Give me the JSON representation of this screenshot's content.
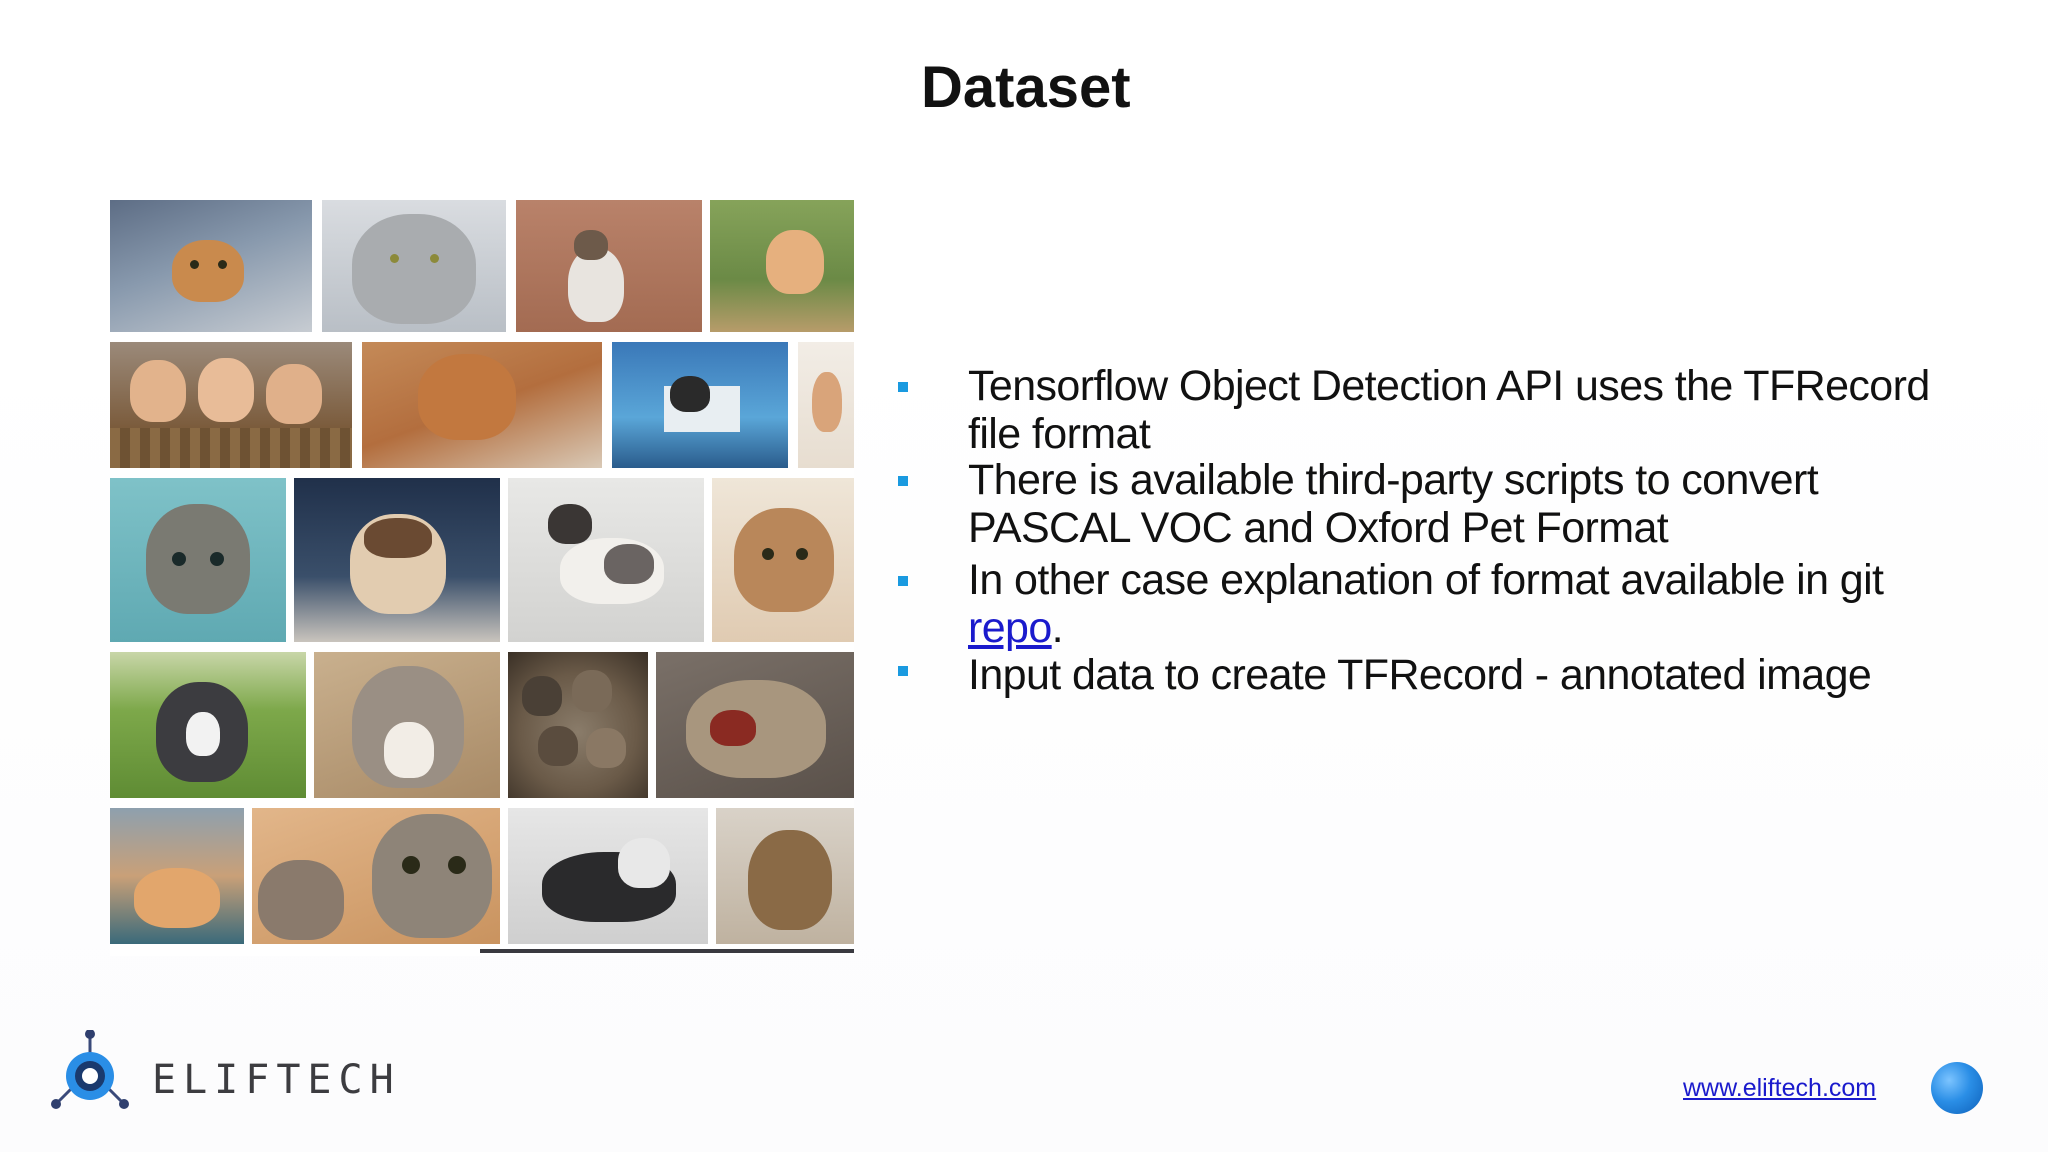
{
  "slide": {
    "title": "Dataset",
    "image_alt": "Collage of cat photos",
    "bullets": [
      {
        "text": "Tensorflow Object Detection API uses the TFRecord file format"
      },
      {
        "text": "There is available third-party scripts to convert PASCAL VOC and Oxford Pet Format"
      },
      {
        "text_before_link": "In other case explanation of format available  in git ",
        "link_text": "repo",
        "text_after_link": "."
      },
      {
        "text": "Input data to create TFRecord - annotated image"
      }
    ]
  },
  "footer": {
    "logo_text": "ELIFTECH",
    "url": "www.eliftech.com"
  },
  "colors": {
    "bullet_marker": "#1a9ae0",
    "link": "#1a1acc",
    "logo_blue": "#2a8ee6",
    "text": "#111111"
  },
  "icons": {
    "logo": "eliftech-logo-icon",
    "globe": "globe-icon"
  }
}
